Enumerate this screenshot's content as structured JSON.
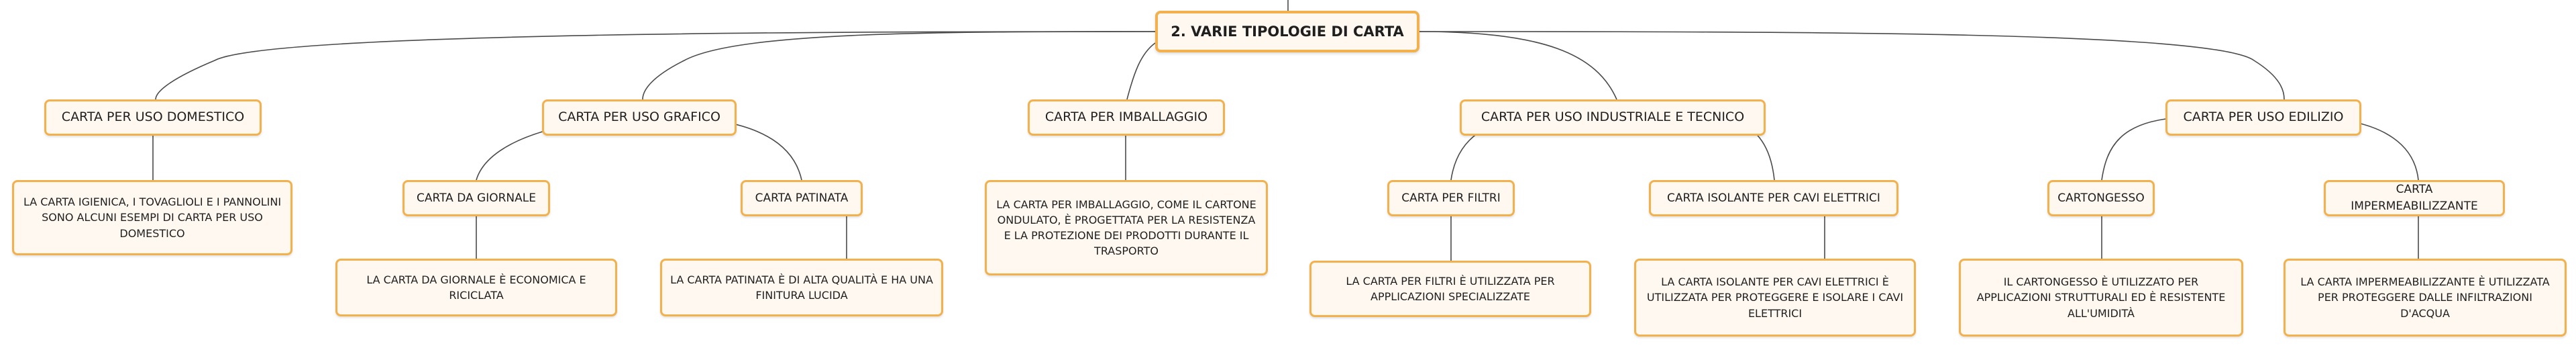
{
  "root": "2. VARIE TIPOLOGIE DI CARTA",
  "nodes": {
    "domestico": "CARTA PER USO DOMESTICO",
    "domestico_desc": "LA CARTA IGIENICA, I TOVAGLIOLI E I PANNOLINI SONO ALCUNI ESEMPI DI CARTA PER USO DOMESTICO",
    "grafico": "CARTA PER USO GRAFICO",
    "giornale": "CARTA DA GIORNALE",
    "giornale_desc": "LA CARTA DA GIORNALE È ECONOMICA E RICICLATA",
    "patinata": "CARTA PATINATA",
    "patinata_desc": "LA CARTA PATINATA È DI ALTA QUALITÀ E HA UNA FINITURA LUCIDA",
    "imballaggio": "CARTA PER IMBALLAGGIO",
    "imballaggio_desc": "LA CARTA PER IMBALLAGGIO, COME IL CARTONE ONDULATO, È PROGETTATA PER LA RESISTENZA E LA PROTEZIONE DEI PRODOTTI DURANTE IL TRASPORTO",
    "industriale": "CARTA PER USO INDUSTRIALE E TECNICO",
    "filtri": "CARTA PER FILTRI",
    "filtri_desc": "LA CARTA PER FILTRI È UTILIZZATA PER APPLICAZIONI SPECIALIZZATE",
    "isolante": "CARTA ISOLANTE PER CAVI ELETTRICI",
    "isolante_desc": "LA CARTA ISOLANTE PER CAVI ELETTRICI È UTILIZZATA PER PROTEGGERE E ISOLARE I CAVI ELETTRICI",
    "edilizio": "CARTA PER USO EDILIZIO",
    "cartongesso": "CARTONGESSO",
    "cartongesso_desc": "IL CARTONGESSO È UTILIZZATO PER APPLICAZIONI STRUTTURALI ED È RESISTENTE ALL'UMIDITÀ",
    "impermeabilizzante": "CARTA IMPERMEABILIZZANTE",
    "impermeabilizzante_desc": "LA CARTA IMPERMEABILIZZANTE È UTILIZZATA PER PROTEGGERE DALLE INFILTRAZIONI D'ACQUA"
  },
  "colors": {
    "border": "#f2b14c",
    "fill": "#fff8f0",
    "line": "#4a4a4a"
  }
}
